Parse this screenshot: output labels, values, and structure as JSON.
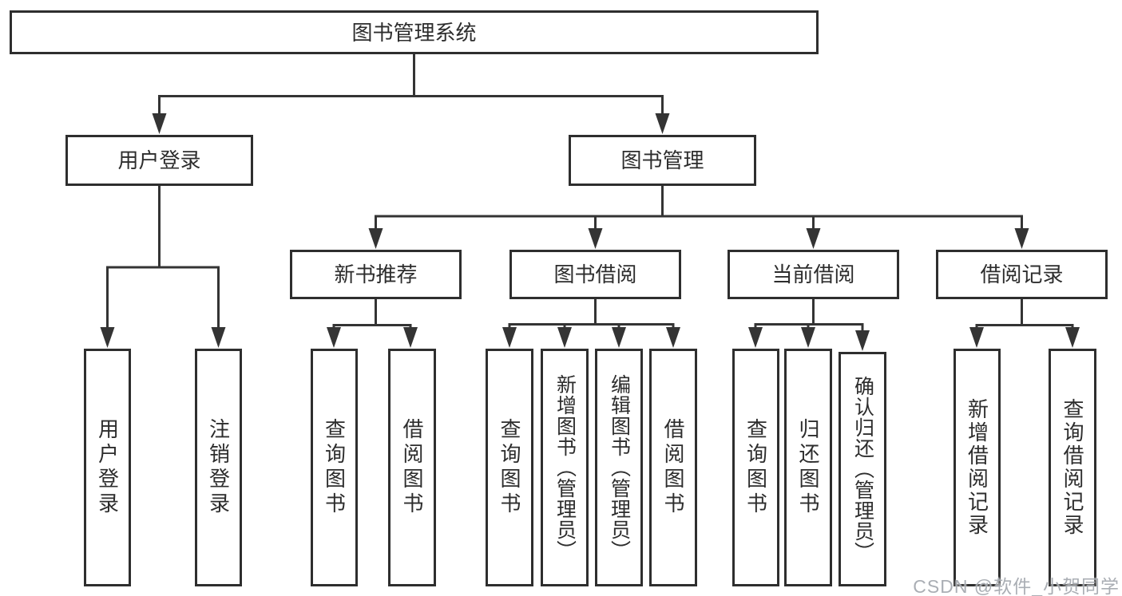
{
  "colors": {
    "background": "#ffffff",
    "line": "#343434",
    "box_border": "#2e2e2e",
    "text": "#2d2d2d",
    "watermark": "#9ea3aa"
  },
  "root": {
    "label": "图书管理系统"
  },
  "branches": [
    {
      "label": "用户登录",
      "children": [
        "用户登录",
        "注销登录"
      ]
    },
    {
      "label": "图书管理",
      "sections": [
        {
          "label": "新书推荐",
          "children": [
            "查询图书",
            "借阅图书"
          ]
        },
        {
          "label": "图书借阅",
          "children": [
            "查询图书",
            "新增图书（管理员）",
            "编辑图书（管理员）",
            "借阅图书"
          ]
        },
        {
          "label": "当前借阅",
          "children": [
            "查询图书",
            "归还图书",
            "确认归还（管理员）"
          ]
        },
        {
          "label": "借阅记录",
          "children": [
            "新增借阅记录",
            "查询借阅记录"
          ]
        }
      ]
    }
  ],
  "watermark": {
    "text": "CSDN @软件_小贺同学"
  }
}
